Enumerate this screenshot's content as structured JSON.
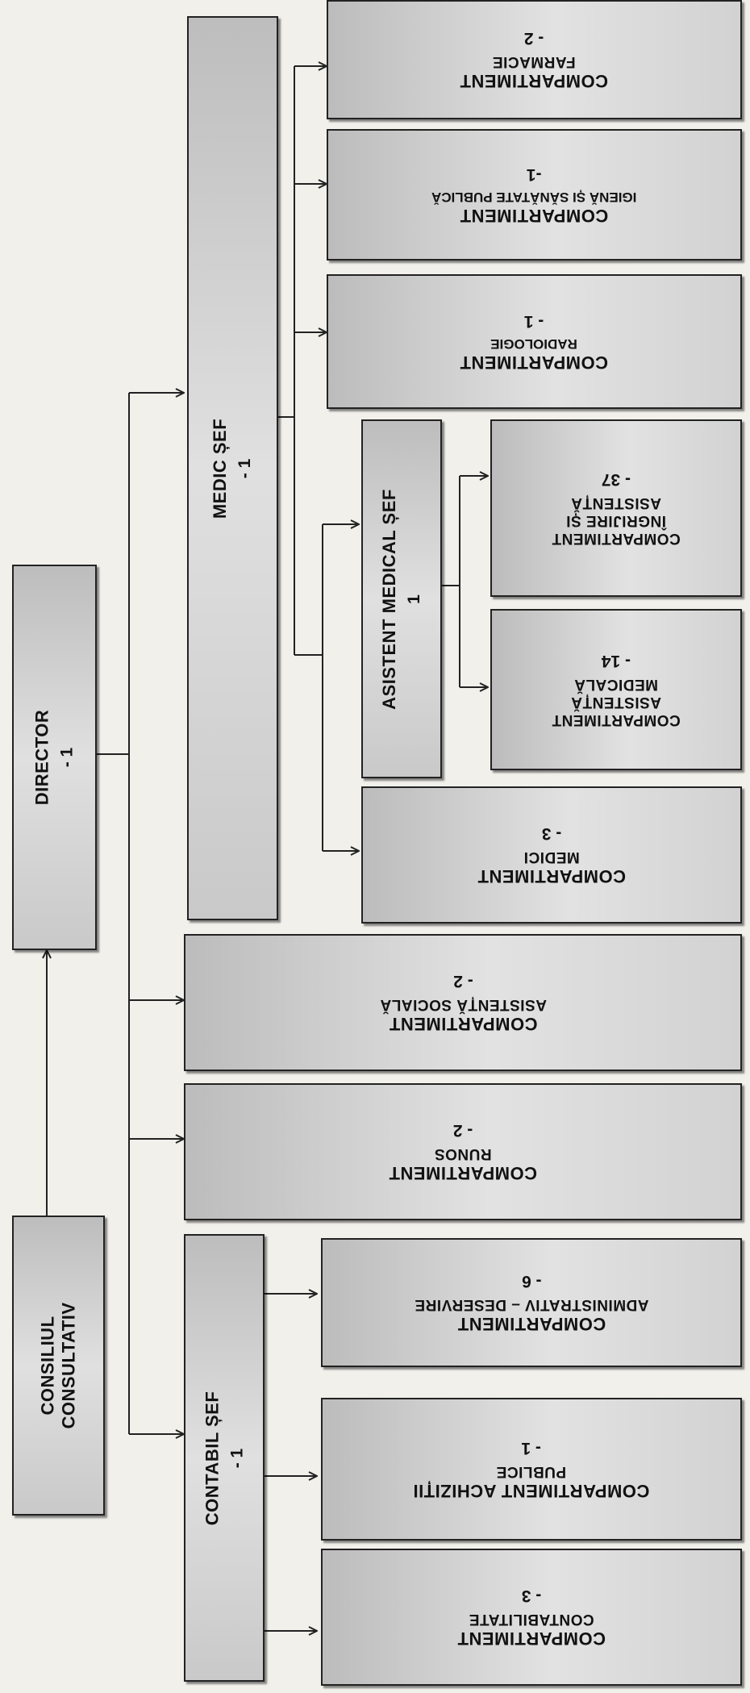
{
  "nodes": {
    "consiliul": {
      "line1": "CONSILIUL",
      "line2": "CONSULTATIV"
    },
    "director": {
      "title": "DIRECTOR",
      "count": "- 1"
    },
    "contabil": {
      "title": "CONTABIL ȘEF",
      "count": "- 1"
    },
    "medic": {
      "title": "MEDIC ȘEF",
      "count": "- 1"
    },
    "asistent": {
      "title": "ASISTENT MEDICAL ȘEF",
      "count": "1"
    },
    "comp_contabilitate": {
      "line1": "COMPARTIMENT",
      "line2": "CONTABILITATE",
      "count": "- 3"
    },
    "comp_achizitii": {
      "line1": "COMPARTIMENT ACHIZIȚII",
      "line2": "PUBLICE",
      "count": "- 1"
    },
    "comp_administrativ": {
      "line1": "COMPARTIMENT",
      "line2": "ADMINISTRATIV – DESERVIRE",
      "count": "- 6"
    },
    "comp_runos": {
      "line1": "COMPARTIMENT",
      "line2": "RUNOS",
      "count": "- 2"
    },
    "comp_asistenta_sociala": {
      "line1": "COMPARTIMENT",
      "line2": "ASISTENȚĂ SOCIALĂ",
      "count": "- 2"
    },
    "comp_medici": {
      "line1": "COMPARTIMENT",
      "line2": "MEDICI",
      "count": "- 3"
    },
    "comp_asistenta_medicala": {
      "line1": "COMPARTIMENT",
      "line2": "ASISTENȚĂ",
      "line3": "MEDICALĂ",
      "count": "- 14"
    },
    "comp_ingrijire": {
      "line1": "COMPARTIMENT",
      "line2": "ÎNGRIJIRE ȘI",
      "line3": "ASISTENȚĂ",
      "count": "- 37"
    },
    "comp_radiologie": {
      "line1": "COMPARTIMENT",
      "line2": "RADIOLOGIE",
      "count": "- 1"
    },
    "comp_igiena": {
      "line1": "COMPARTIMENT",
      "line2": "IGIENĂ ȘI SĂNĂTATE PUBLICĂ",
      "count": "-1"
    },
    "comp_farmacie": {
      "line1": "COMPARTIMENT",
      "line2": "FARMACIE",
      "count": "- 2"
    }
  },
  "colors": {
    "line": "#222222",
    "box_border": "#222222",
    "text": "#111111",
    "background": "#f1f0eb"
  }
}
